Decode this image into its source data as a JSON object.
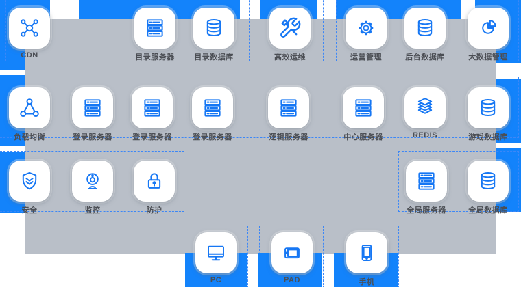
{
  "diagram": {
    "colors": {
      "accent_blue": "#1383fb",
      "icon_blue": "#1677f4",
      "panel_gray": "#b9bfc8",
      "dash_blue": "#3c87f7",
      "label_gray": "#4b4e54"
    },
    "nodes": [
      {
        "id": "cdn",
        "label": "CDN",
        "icon": "cdn-icon"
      },
      {
        "id": "dir-server",
        "label": "目录服务器",
        "icon": "server-icon"
      },
      {
        "id": "dir-db",
        "label": "目录数据库",
        "icon": "database-icon"
      },
      {
        "id": "ops-maintain",
        "label": "高效运维",
        "icon": "tools-icon"
      },
      {
        "id": "ops-manage",
        "label": "运营管理",
        "icon": "gear-icon"
      },
      {
        "id": "backend-db",
        "label": "后台数据库",
        "icon": "database-icon"
      },
      {
        "id": "bigdata-manage",
        "label": "大数据管理",
        "icon": "pie-chart-icon"
      },
      {
        "id": "load-balance",
        "label": "负载均衡",
        "icon": "load-balance-icon"
      },
      {
        "id": "login-server-1",
        "label": "登录服务器",
        "icon": "server-icon"
      },
      {
        "id": "login-server-2",
        "label": "登录服务器",
        "icon": "server-icon"
      },
      {
        "id": "login-server-3",
        "label": "登录服务器",
        "icon": "server-icon"
      },
      {
        "id": "logic-server",
        "label": "逻辑服务器",
        "icon": "server-icon"
      },
      {
        "id": "center-server",
        "label": "中心服务器",
        "icon": "server-icon"
      },
      {
        "id": "redis",
        "label": "REDIS",
        "icon": "layers-icon"
      },
      {
        "id": "game-db",
        "label": "游戏数据库",
        "icon": "database-icon"
      },
      {
        "id": "security",
        "label": "安全",
        "icon": "shield-icon"
      },
      {
        "id": "monitor",
        "label": "监控",
        "icon": "camera-icon"
      },
      {
        "id": "protect",
        "label": "防护",
        "icon": "lock-icon"
      },
      {
        "id": "global-server",
        "label": "全局服务器",
        "icon": "server-icon"
      },
      {
        "id": "global-db",
        "label": "全局数据库",
        "icon": "database-icon"
      },
      {
        "id": "pc",
        "label": "PC",
        "icon": "pc-icon"
      },
      {
        "id": "pad",
        "label": "PAD",
        "icon": "pad-icon"
      },
      {
        "id": "phone",
        "label": "手机",
        "icon": "phone-icon"
      }
    ]
  }
}
